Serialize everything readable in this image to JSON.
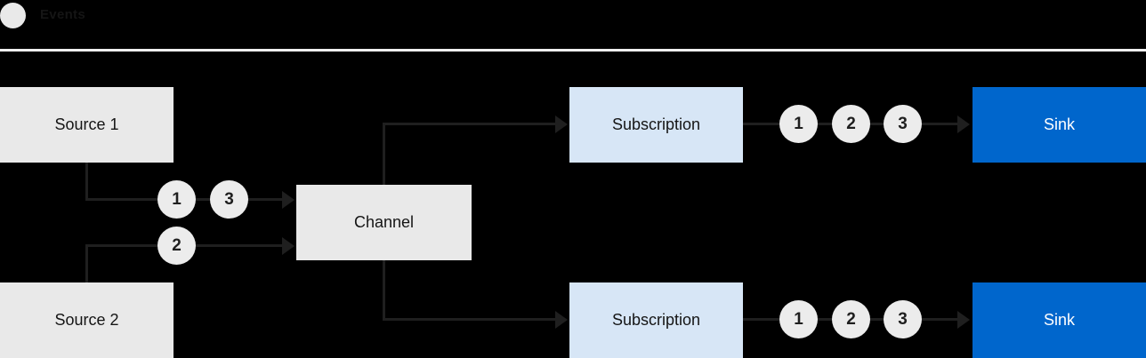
{
  "legend": {
    "label": "Events",
    "icon": "event-circle-icon"
  },
  "colors": {
    "background": "#000000",
    "node_gray": "#e9e9e9",
    "node_light_blue": "#d7e6f6",
    "node_blue": "#0066cc",
    "event_circle_fill": "#ececec",
    "connector_line": "#1f1f1f",
    "text_dark": "#151515",
    "text_light": "#ffffff",
    "divider": "#efefef"
  },
  "nodes": {
    "source1": {
      "label": "Source 1"
    },
    "source2": {
      "label": "Source 2"
    },
    "channel": {
      "label": "Channel"
    },
    "subscription_top": {
      "label": "Subscription"
    },
    "subscription_bottom": {
      "label": "Subscription"
    },
    "sink_top": {
      "label": "Sink"
    },
    "sink_bottom": {
      "label": "Sink"
    }
  },
  "events": {
    "source1_to_channel": [
      "1",
      "3"
    ],
    "source2_to_channel": [
      "2"
    ],
    "subscription_top_to_sink": [
      "1",
      "2",
      "3"
    ],
    "subscription_bottom_to_sink": [
      "1",
      "2",
      "3"
    ]
  }
}
